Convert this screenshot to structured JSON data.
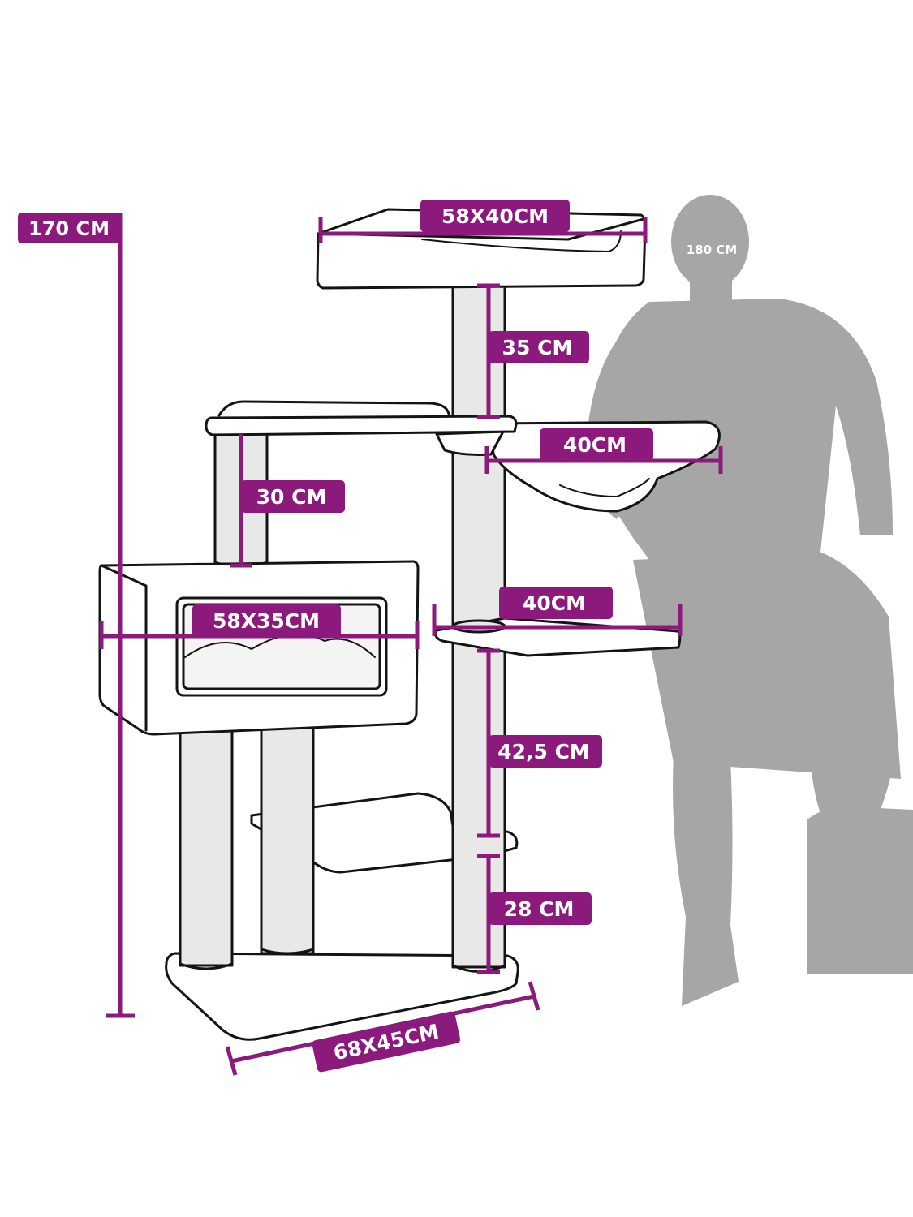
{
  "colors": {
    "accent": "#8c1a7c",
    "outline": "#141414",
    "post": "#e8e8e8",
    "silhouette": "#a6a6a6",
    "background": "#ffffff"
  },
  "labels": {
    "total_height": "170 CM",
    "person_height": "180 CM",
    "top_bed": "58X40CM",
    "top_post": "35 CM",
    "hammock": "40CM",
    "upper_left_post": "30 CM",
    "cave": "58X35CM",
    "mid_platform": "40CM",
    "long_post": "42,5 CM",
    "low_post": "28 CM",
    "base": "68X45CM"
  }
}
